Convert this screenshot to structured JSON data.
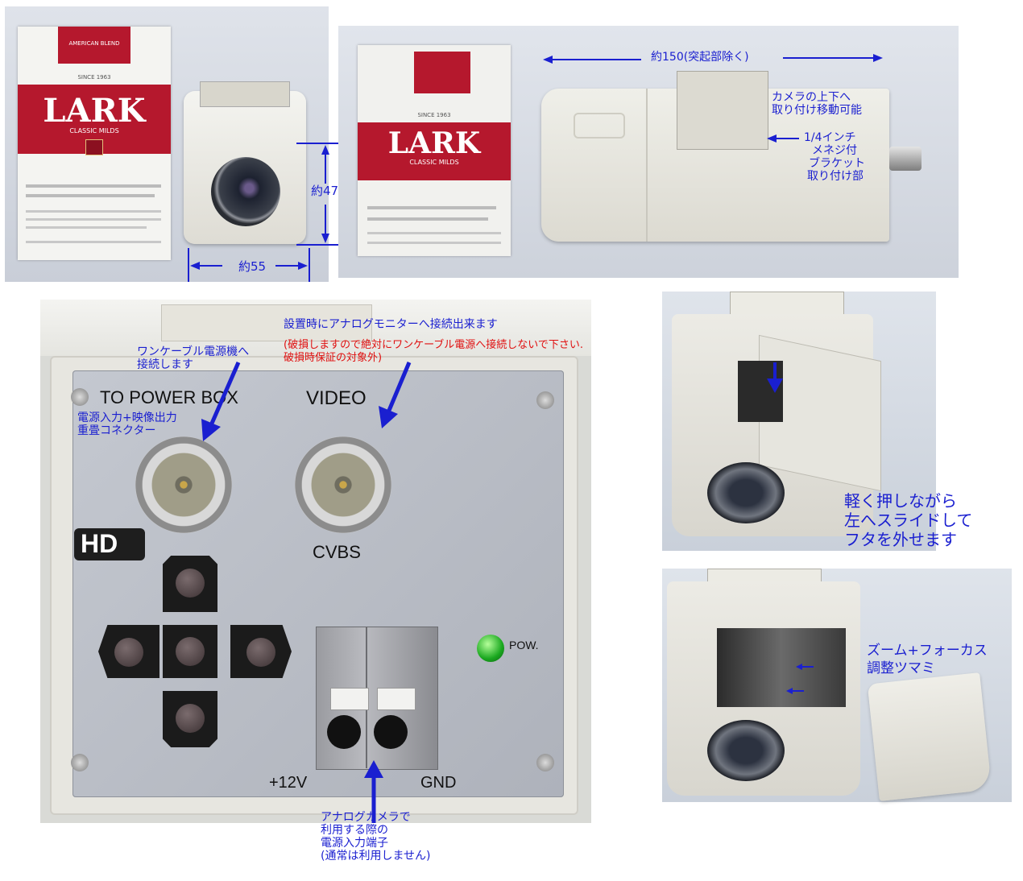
{
  "top_left": {
    "pack": {
      "top_text": "AMERICAN BLEND",
      "since": "SINCE 1963",
      "brand": "LARK",
      "sub": "CLASSIC MILDS"
    },
    "dim_height": "約47",
    "dim_width": "約55"
  },
  "top_right": {
    "pack": {
      "since": "SINCE 1963",
      "brand": "LARK",
      "sub": "CLASSIC MILDS"
    },
    "dim_length": "約150(突起部除く)",
    "note_mount_1": "カメラの上下へ",
    "note_mount_2": "取り付け移動可能",
    "note_bracket_1": "1/4インチ",
    "note_bracket_2": "メネジ付",
    "note_bracket_3": "ブラケット",
    "note_bracket_4": "取り付け部"
  },
  "back_panel": {
    "label_power_box": "TO POWER BOX",
    "label_video": "VIDEO",
    "label_hd": "HD",
    "label_cvbs": "CVBS",
    "label_pow": "POW.",
    "label_12v": "+12V",
    "label_gnd": "GND",
    "note_monitor": "設置時にアナログモニターへ接続出来ます",
    "warn_1": "(破損しますので絶対にワンケーブル電源へ接続しないで下さい.",
    "warn_2": "破損時保証の対象外)",
    "note_onecable_1": "ワンケーブル電源機へ",
    "note_onecable_2": "接続します",
    "note_connector_1": "電源入力+映像出力",
    "note_connector_2": "重畳コネクター",
    "note_terminal_1": "アナログカメラで",
    "note_terminal_2": "利用する際の",
    "note_terminal_3": "電源入力端子",
    "note_terminal_4": "(通常は利用しません)"
  },
  "side_top": {
    "note_1": "軽く押しながら",
    "note_2": "左へスライドして",
    "note_3": "フタを外せます"
  },
  "side_bottom": {
    "note_1": "ズーム+フォーカス",
    "note_2": "調整ツマミ"
  },
  "colors": {
    "annotation_blue": "#1a1fd0",
    "warning_red": "#e01010",
    "panel_silver": "#b9bdc6",
    "lark_red": "#b5182d"
  }
}
